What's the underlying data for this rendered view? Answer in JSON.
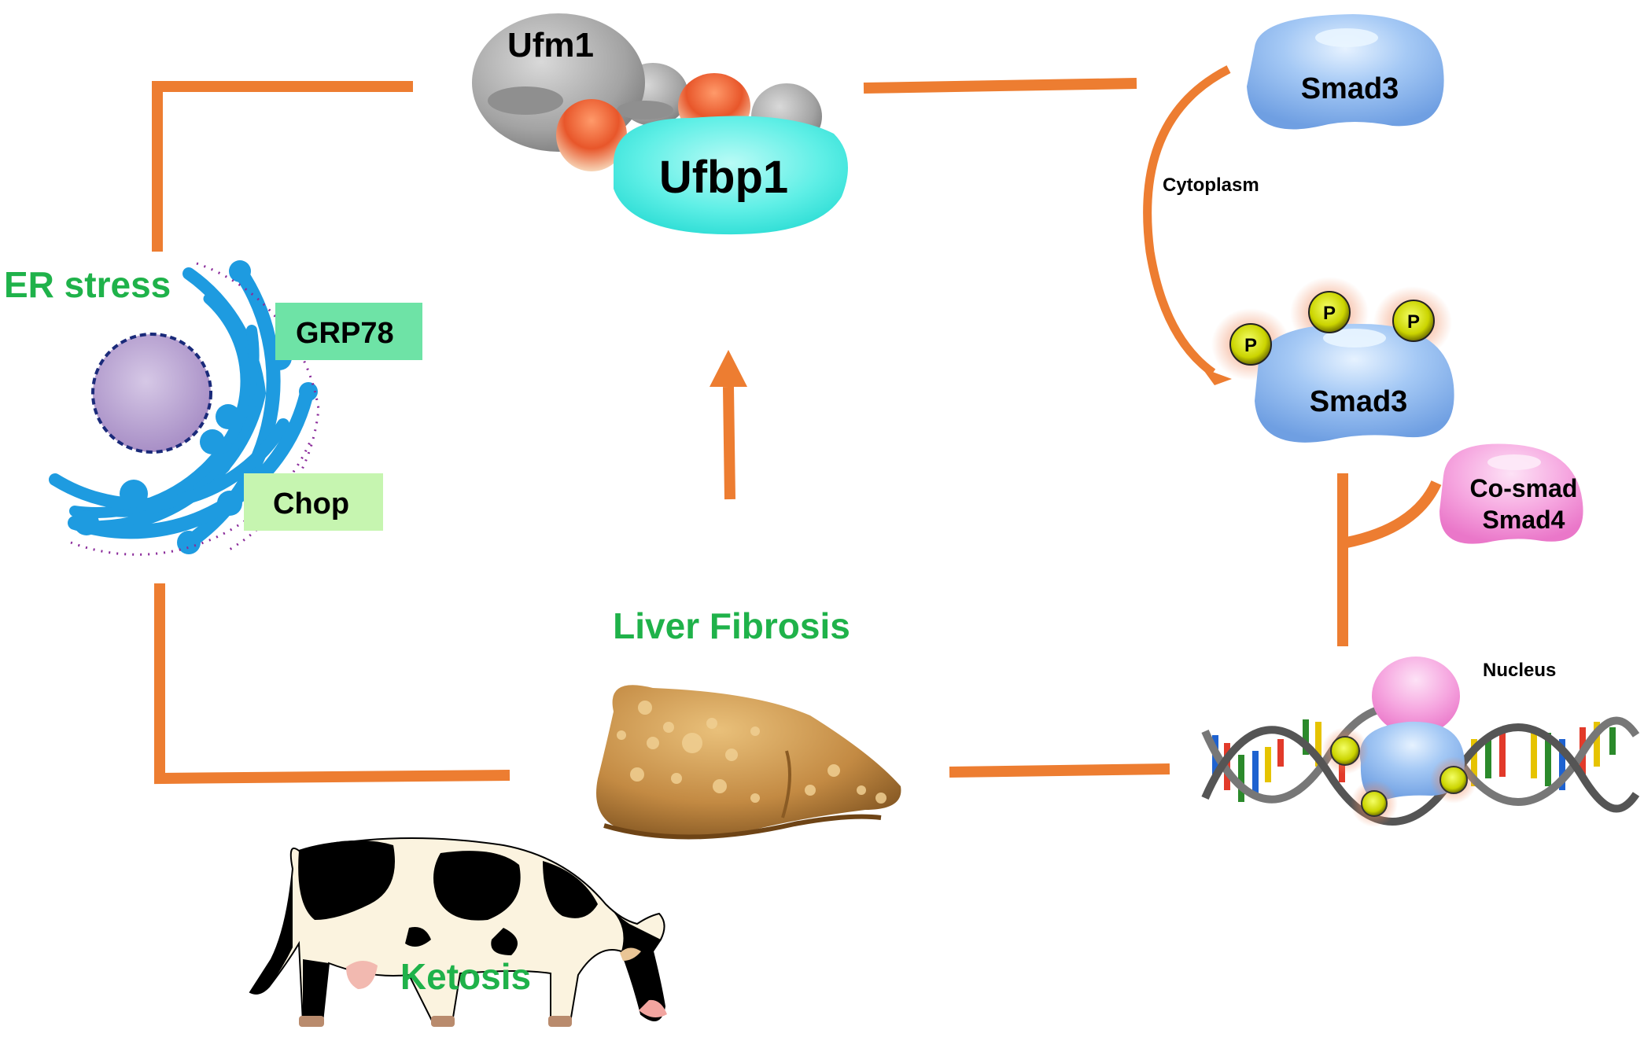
{
  "labels": {
    "ufm1": "Ufm1",
    "ufbp1": "Ufbp1",
    "smad3_top": "Smad3",
    "cytoplasm": "Cytoplasm",
    "smad3_phos": "Smad3",
    "cosmad_line1": "Co-smad",
    "cosmad_line2": "Smad4",
    "nucleus": "Nucleus",
    "er_stress": "ER stress",
    "grp78": "GRP78",
    "chop": "Chop",
    "liver_fibrosis": "Liver Fibrosis",
    "ketosis": "Ketosis",
    "phospho": "P"
  },
  "colors": {
    "connector": "#ED7D31",
    "green_text": "#1FB24A",
    "ufm1_gray": "#9E9E9E",
    "ufbp1_cyan": "#33E5E0",
    "smad3_blue": "#8EB8EE",
    "smad4_pink": "#F49AD9",
    "er_blue": "#1E9BE0",
    "nucleus_purple": "#B8A2D0",
    "grp78_box": "#6EE3A6",
    "chop_box": "#C6F5B0",
    "phospho_yellow": "#D6E000",
    "liver_tan": "#C9954D"
  },
  "icons": [
    "er-organelle-icon",
    "ufm1-ufbp1-complex-icon",
    "smad3-icon",
    "phosphorylated-smad3-icon",
    "smad4-icon",
    "dna-helix-icon",
    "liver-icon",
    "cow-icon"
  ]
}
